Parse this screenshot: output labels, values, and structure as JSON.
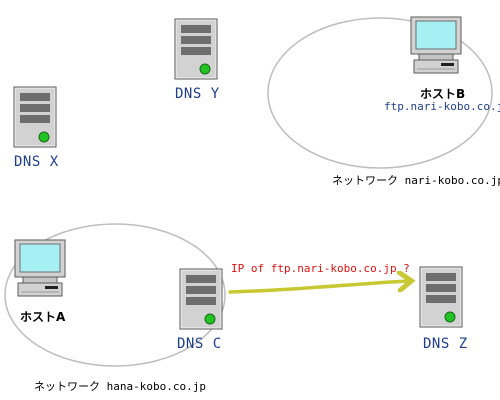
{
  "servers": {
    "dns_x": {
      "label": "DNS X"
    },
    "dns_y": {
      "label": "DNS Y"
    },
    "dns_c": {
      "label": "DNS C"
    },
    "dns_z": {
      "label": "DNS Z"
    }
  },
  "hosts": {
    "host_a": {
      "label": "ホストA"
    },
    "host_b": {
      "label": "ホストB",
      "fqdn": "ftp.nari-kobo.co.jp"
    }
  },
  "networks": {
    "nari": {
      "label": "ネットワーク nari-kobo.co.jp"
    },
    "hana": {
      "label": "ネットワーク hana-kobo.co.jp"
    }
  },
  "query": {
    "label": "IP of ftp.nari-kobo.co.jp ?"
  },
  "colors": {
    "label_blue": "#1f3f8a",
    "query_red": "#e01010",
    "arrow_yellow": "#c8c832",
    "network_outline": "#bdbdbd",
    "monitor_screen": "#a6f0f4",
    "server_body": "#d2d2d2",
    "power_led": "#22c322"
  },
  "icons": [
    "server-icon",
    "computer-icon",
    "arrow-icon"
  ]
}
